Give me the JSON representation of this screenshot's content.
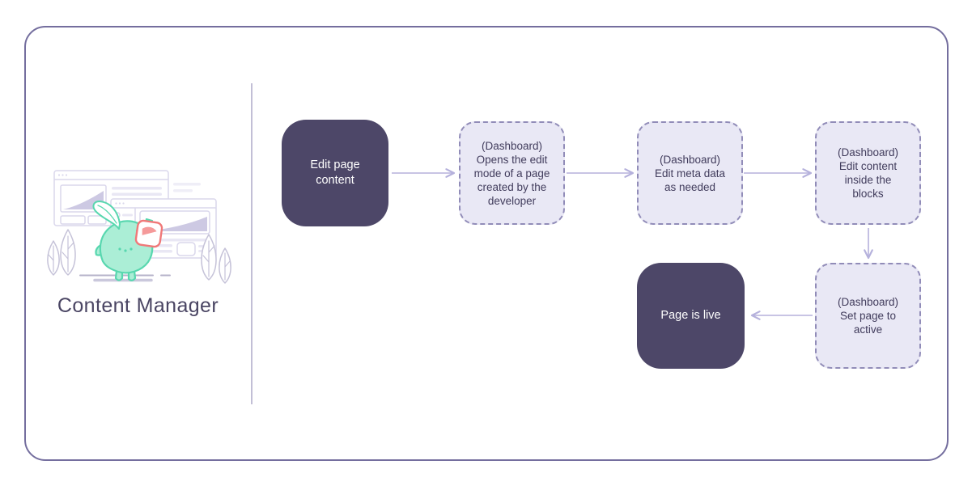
{
  "panel": {
    "title": "Content Manager",
    "illustration": "content-manager-mascot-with-browser-windows-and-plants"
  },
  "flow": {
    "nodes": [
      {
        "id": "edit-page-content",
        "label": "Edit page\ncontent",
        "style": "solid"
      },
      {
        "id": "open-edit-mode",
        "label": "(Dashboard)\nOpens the edit\nmode of a page\ncreated by the\ndeveloper",
        "style": "dashed"
      },
      {
        "id": "edit-meta-data",
        "label": "(Dashboard)\nEdit meta data\nas needed",
        "style": "dashed"
      },
      {
        "id": "edit-content-blocks",
        "label": "(Dashboard)\nEdit content\ninside the\nblocks",
        "style": "dashed"
      },
      {
        "id": "set-page-active",
        "label": "(Dashboard)\nSet page to\nactive",
        "style": "dashed"
      },
      {
        "id": "page-is-live",
        "label": "Page is live",
        "style": "solid"
      }
    ],
    "edges": [
      {
        "from": "edit-page-content",
        "to": "open-edit-mode",
        "direction": "right"
      },
      {
        "from": "open-edit-mode",
        "to": "edit-meta-data",
        "direction": "right"
      },
      {
        "from": "edit-meta-data",
        "to": "edit-content-blocks",
        "direction": "right"
      },
      {
        "from": "edit-content-blocks",
        "to": "set-page-active",
        "direction": "down"
      },
      {
        "from": "set-page-active",
        "to": "page-is-live",
        "direction": "left"
      }
    ]
  },
  "colors": {
    "frame_border": "#746e9e",
    "divider": "#c2bfd6",
    "title_text": "#4a4563",
    "node_solid_bg": "#4d4768",
    "node_solid_text": "#ffffff",
    "node_dashed_bg": "#e9e8f5",
    "node_dashed_border": "#918cb8",
    "node_dashed_text": "#413c5c",
    "arrow": "#b5b1dc",
    "illu_line": "#dad7ec",
    "illu_bar": "#e9e7f4",
    "illu_bar_faint": "#efeef7",
    "illu_swoosh": "#cdc9e3",
    "illu_plant": "#c5c2d8",
    "illu_mint_stroke": "#58d7af",
    "illu_mint_fill": "#abeed6",
    "illu_coral": "#f07878",
    "illu_coral_fill": "#f59a9a",
    "illu_ground_a": "#b6b3ca",
    "illu_ground_b": "#cac8dc"
  }
}
